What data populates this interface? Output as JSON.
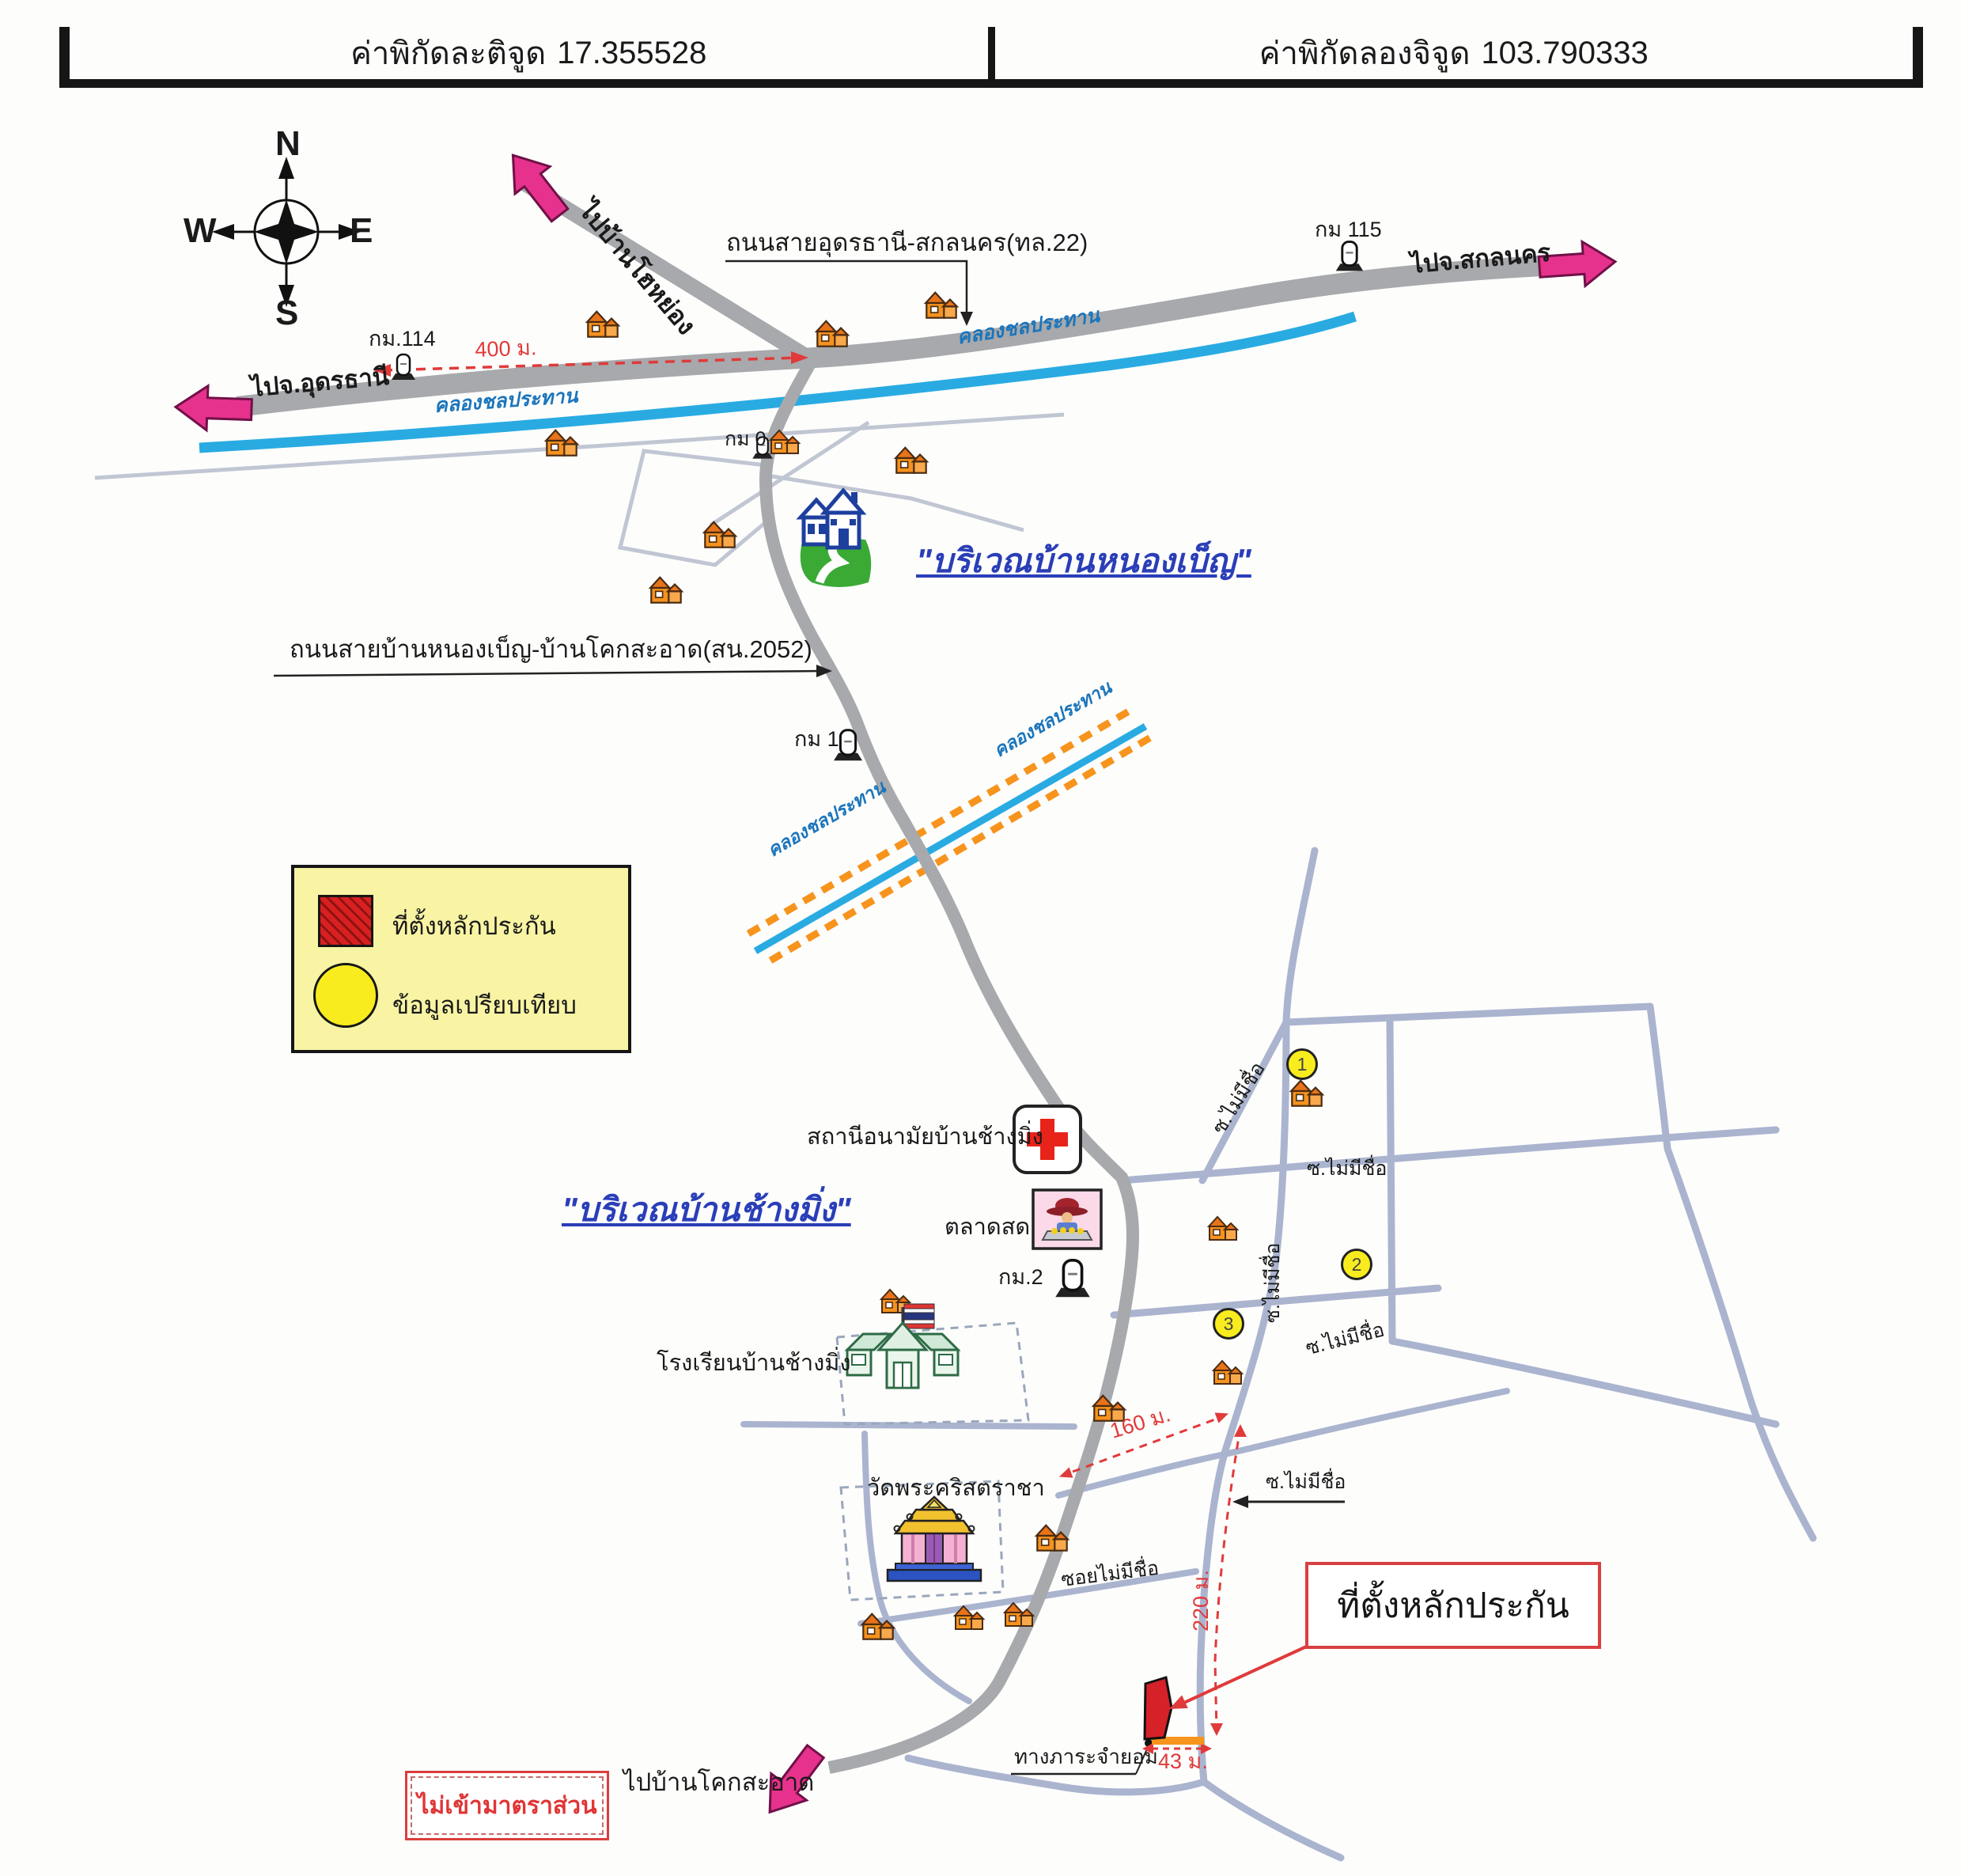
{
  "header": {
    "latitude_label": "ค่าพิกัดละติจูด",
    "latitude_value": "17.355528",
    "longitude_label": "ค่าพิกัดลองจิจูด",
    "longitude_value": "103.790333"
  },
  "compass": {
    "north": "N",
    "east": "E",
    "south": "S",
    "west": "W"
  },
  "roads": {
    "highway_label": "ถนนสายอุดรธานี-สกลนคร(ทล.22)",
    "local_road_label": "ถนนสายบ้านหนองเบ็ญ-บ้านโคกสะอาด(สน.2052)",
    "to_ban_ho_yong": "ไปบ้านโฮหย่อง",
    "to_sakon_nakhon": "ไปจ.สกลนคร",
    "to_udon_thani": "ไปจ.อุดรธานี",
    "to_ban_khok_saat": "ไปบ้านโคกสะอาด",
    "unnamed_soi_short": "ซ.ไม่มีชื่อ",
    "unnamed_soi_long": "ซอยไม่มีชื่อ",
    "easement_label": "ทางภาระจำยอม"
  },
  "canal": {
    "name": "คลองชลประทาน"
  },
  "kilometer_markers": {
    "km114": "กม.114",
    "km115": "กม 115",
    "km0": "กม 0",
    "km1": "กม 1",
    "km2": "กม.2"
  },
  "distances": {
    "d400": "400 ม.",
    "d160": "160 ม.",
    "d220": "220 ม.",
    "d43": "43 ม."
  },
  "areas": {
    "ban_nong_ben": "\"บริเวณบ้านหนองเบ็ญ\"",
    "ban_chang_ming": "\"บริเวณบ้านช้างมิ่ง\""
  },
  "places": {
    "health_station": "สถานีอนามัยบ้านช้างมิ่ง",
    "market": "ตลาดสด",
    "school": "โรงเรียนบ้านช้างมิ่ง",
    "church": "วัดพระคริสตราชา"
  },
  "legend": {
    "collateral": "ที่ตั้งหลักประกัน",
    "comparison": "ข้อมูลเปรียบเทียบ"
  },
  "callout": {
    "collateral_site": "ที่ตั้งหลักประกัน"
  },
  "notes": {
    "not_to_scale": "ไม่เข้ามาตราส่วน"
  },
  "comparison_points": [
    "1",
    "2",
    "3"
  ],
  "colors": {
    "area_label_blue": "#2a3eb8",
    "canal_blue": "#29abe2",
    "road_gray": "#a7a9ac",
    "village_road": "#aab4cf",
    "measure_red": "#e03a3a",
    "arrow_pink": "#e6328c",
    "legend_bg": "#f8f4a4",
    "easement_orange": "#f7941d",
    "parcel_red": "#d62128"
  }
}
